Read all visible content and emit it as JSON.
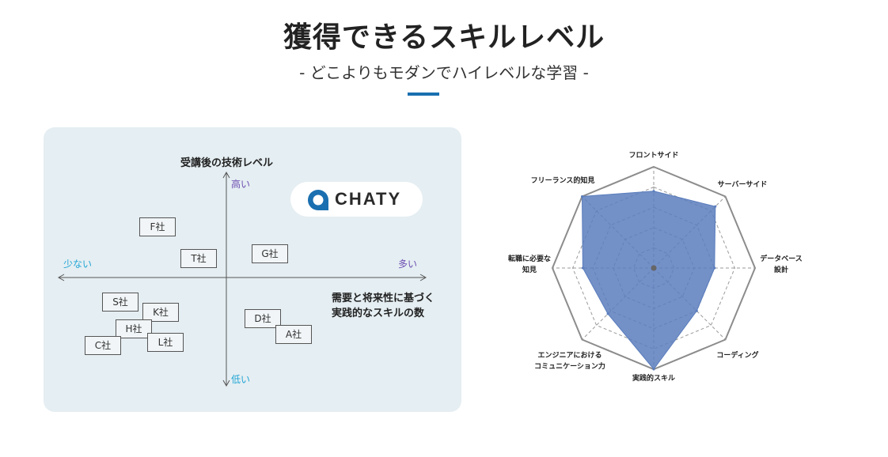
{
  "header": {
    "title": "獲得できるスキルレベル",
    "subtitle": "- どこよりもモダンでハイレベルな学習 -",
    "accent_color": "#1a6fb0"
  },
  "position_map": {
    "y_axis_title": "受講後の技術レベル",
    "y_high": "高い",
    "y_low": "低い",
    "x_left": "少ない",
    "x_right": "多い",
    "x_axis_title_line1": "需要と将来性に基づく",
    "x_axis_title_line2": "実践的なスキルの数",
    "logo_text": "CHATY",
    "companies": [
      "F社",
      "T社",
      "G社",
      "S社",
      "K社",
      "H社",
      "C社",
      "L社",
      "D社",
      "A社"
    ],
    "colors": {
      "panel_bg": "#e5eef2",
      "axis_label_left": "#22a6d6",
      "axis_label_right": "#6d4fb3"
    }
  },
  "chart_data": {
    "type": "radar",
    "axes": [
      "フロントサイド",
      "サーバーサイド",
      "データベース設計",
      "コーディング",
      "実践的スキル",
      "エンジニアにおけるコミュニケーション力",
      "転職に必要な知見",
      "フリーランス的知見"
    ],
    "axis_labels": [
      [
        "フロントサイド"
      ],
      [
        "サーバーサイド"
      ],
      [
        "データベース",
        "設計"
      ],
      [
        "コーディング"
      ],
      [
        "実践的スキル"
      ],
      [
        "エンジニアにおける",
        "コミュニケーション力"
      ],
      [
        "転職に必要な",
        "知見"
      ],
      [
        "フリーランス的知見"
      ]
    ],
    "levels": 5,
    "max": 5,
    "grid": true,
    "series": [
      {
        "values": [
          3.8,
          4.3,
          3.0,
          3.0,
          5.0,
          3.2,
          3.5,
          5.0
        ],
        "color": "#5a7dbd"
      }
    ]
  }
}
